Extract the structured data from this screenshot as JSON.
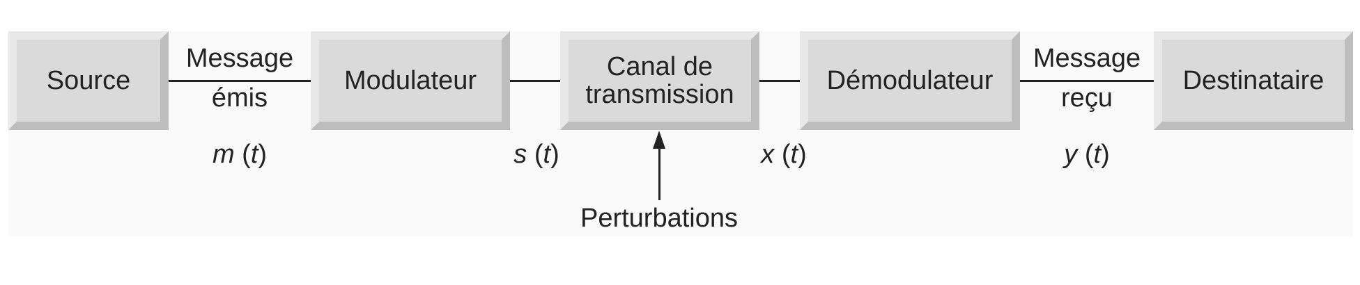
{
  "blocks": {
    "source": "Source",
    "modulator": "Modulateur",
    "channel_line1": "Canal de",
    "channel_line2": "transmission",
    "demodulator": "Démodulateur",
    "destination": "Destinataire"
  },
  "links": {
    "sent_line1": "Message",
    "sent_line2": "émis",
    "received_line1": "Message",
    "received_line2": "reçu"
  },
  "signals": {
    "m_var": "m",
    "s_var": "s",
    "x_var": "x",
    "y_var": "y",
    "t_var": "t",
    "open_paren": "(",
    "close_paren": ")"
  },
  "disturbance": "Perturbations"
}
